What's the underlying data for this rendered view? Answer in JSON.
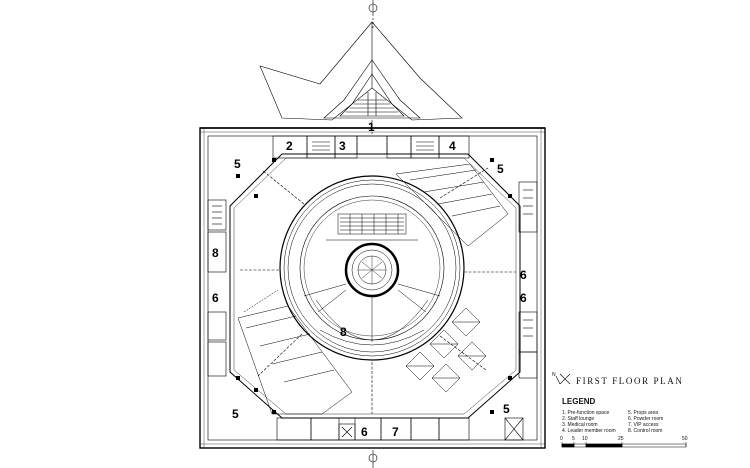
{
  "room_labels": [
    {
      "id": "num-1-top",
      "text": "1"
    },
    {
      "id": "num-2-top",
      "text": "2"
    },
    {
      "id": "num-3-top",
      "text": "3"
    },
    {
      "id": "num-4-top",
      "text": "4"
    },
    {
      "id": "num-5-top-left",
      "text": "5"
    },
    {
      "id": "num-5-top-right",
      "text": "5"
    },
    {
      "id": "num-8-left",
      "text": "8"
    },
    {
      "id": "num-6-left",
      "text": "6"
    },
    {
      "id": "num-6-right",
      "text": "6"
    },
    {
      "id": "num-6-right-lower",
      "text": "6"
    },
    {
      "id": "num-8-center",
      "text": "8"
    },
    {
      "id": "num-5-bottom-left",
      "text": "5"
    },
    {
      "id": "num-5-bottom-right",
      "text": "5"
    },
    {
      "id": "num-6-bottom",
      "text": "6"
    },
    {
      "id": "num-7-bottom",
      "text": "7"
    }
  ],
  "title": "FIRST FLOOR PLAN",
  "north_label": "N",
  "legend": {
    "heading": "LEGEND",
    "items": [
      "1. Pre-function space",
      "2. Staff lounge",
      "3. Medical room",
      "4. Leader member room",
      "5. Props area",
      "6. Powder room",
      "7. VIP access",
      "8. Control room"
    ]
  },
  "scale_bar": {
    "ticks": [
      "0",
      "5",
      "10",
      "25",
      "50"
    ]
  }
}
